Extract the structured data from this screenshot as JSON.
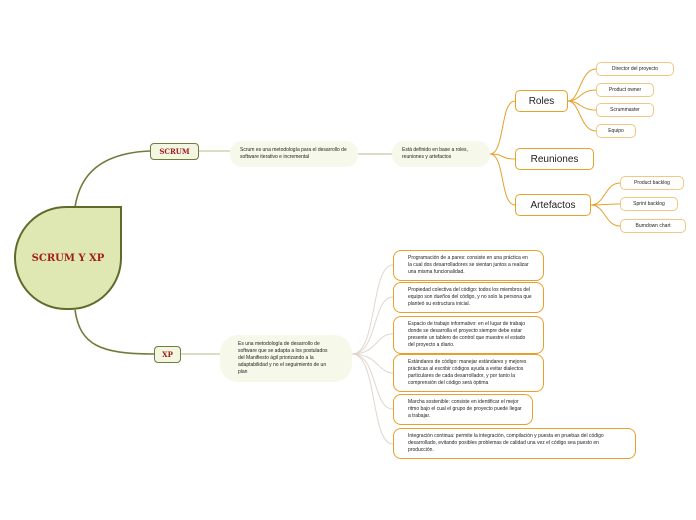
{
  "root": {
    "label": "SCRUM Y XP"
  },
  "scrum": {
    "label": "SCRUM",
    "description": "Scrum es una metodología para el desarrollo de software iterativo e incremental",
    "definition": "Está definido en base a roles, reuniones y artefactos",
    "categories": [
      {
        "label": "Roles",
        "items": [
          "Director del proyecto",
          "Product owner",
          "Scrummaster",
          "Equipo"
        ]
      },
      {
        "label": "Reuniones",
        "items": []
      },
      {
        "label": "Artefactos",
        "items": [
          "Product backlog",
          "Sprint backlog",
          "Burndown chart"
        ]
      }
    ]
  },
  "xp": {
    "label": "XP",
    "description": "Es una metodología de desarrollo de software que se adapta a los postulados del Manifiesto ágil priorizando  a la adaptabilidad y no el seguimiento de un plan",
    "practices": [
      "Programación de a pares: consiste en una práctica en la cual dos desarrolladores se sientan juntos a realizar una misma funcionalidad.",
      "Propiedad colectiva del código: todos los miembros del equipo son dueños del código, y no solo la persona que planteó su estructura inicial.",
      "Espacio de trabajo informativo: en el lugar de trabajo donde se desarrolla el proyecto siempre debe estar presente un tablero de control que muestre el estado del proyecto a diario.",
      "Estándares de código: manejar estándares y mejores prácticas al escribir códigos ayuda a evitar dialectos particulares de cada desarrollador, y por tanto la comprensión del código será óptima",
      "Marcha sostenible: consiste en identificar el mejor ritmo bajo el cual el grupo de proyecto puede llegar a trabajar.",
      "Integración continua: permite la integración, compilación y puesta en pruebas del código desarrollado, evitando posibles problemas de calidad una vez el código sea puesto en producción."
    ]
  }
}
